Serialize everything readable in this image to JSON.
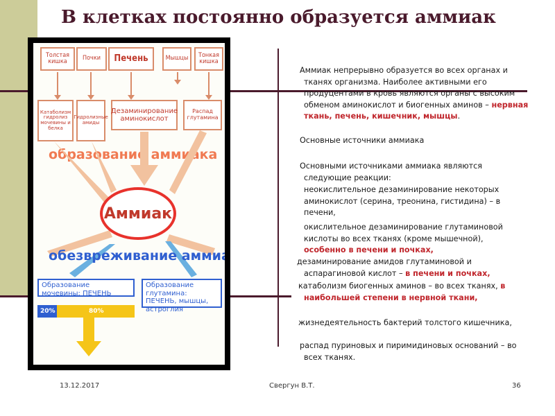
{
  "slide": {
    "title": "В клетках постоянно образуется аммиак",
    "footer": {
      "date": "13.12.2017",
      "author": "Свергун В.Т.",
      "page": "36"
    }
  },
  "diagram": {
    "sources": [
      "Толстая кишка",
      "Почки",
      "Печень",
      "Мышцы",
      "Тонкая кишка"
    ],
    "processes": [
      "Катаболизм гидролиз мочевины и белка",
      "Гидролизные амиды",
      "Дезаминирование аминокислот",
      "Распад глутамина"
    ],
    "formation_label": "образование аммиака",
    "center": "Аммиак",
    "neutralization_label": "обезвреживание аммиака",
    "urea_box": "Образование мочевины: ПЕЧЕНЬ",
    "glutamine_box": "Образование глутамина: ПЕЧЕНЬ, мышцы, астроглия",
    "pct_left": "20%",
    "pct_right": "80%"
  },
  "text": {
    "p1_plain": "Аммиак непрерывно образуется во всех органах и тканях организма. Наиболее активными его продуцентами в кровь являются органы с высоким обменом аминокислот и биогенных аминов – ",
    "p1_red": "нервная ткань, печень, кишечник, мышцы",
    "p1_end": ".",
    "p2": "Основные источники аммиака",
    "p3": "Основными источниками аммиака являются следующие реакции:",
    "p4": "неокислительное дезаминирование некоторых аминокислот (серина, треонина, гистидина) – в печени,",
    "p5_plain": "окислительное дезаминирование глутаминовой кислоты во всех тканях (кроме мышечной), ",
    "p5_red": "особенно в печени и почках,",
    "p6_plain": "дезаминирование амидов глутаминовой и аспарагиновой кислот – ",
    "p6_red": "в печени и почках,",
    "p7_plain": "катаболизм биогенных аминов – во всех тканях, ",
    "p7_red": "в наибольшей степени в нервной ткани,",
    "p8": "жизнедеятельность бактерий толстого кишечника,",
    "p9": "распад пуриновых и пиримидиновых оснований – во всех тканях."
  },
  "colors": {
    "accent": "#4a1a2c",
    "sidebar": "#cccc99",
    "red_text": "#c0262c",
    "diagram_blue": "#2f5fd0",
    "diagram_red": "#e8322c"
  }
}
